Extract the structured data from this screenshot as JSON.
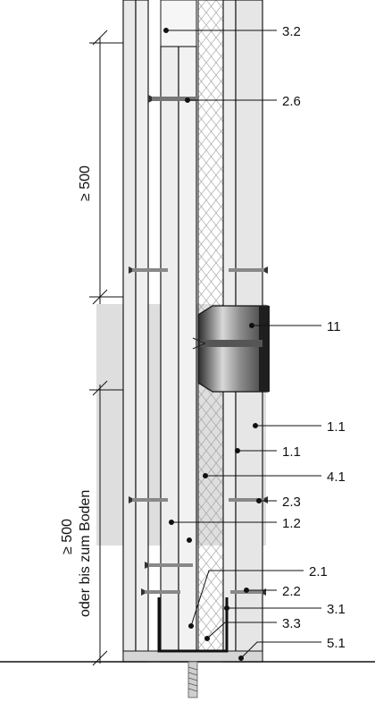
{
  "callouts": {
    "c_3_2": "3.2",
    "c_2_6": "2.6",
    "c_11": "11",
    "c_1_1a": "1.1",
    "c_1_1b": "1.1",
    "c_4_1": "4.1",
    "c_2_3": "2.3",
    "c_1_2": "1.2",
    "c_2_1": "2.1",
    "c_2_2": "2.2",
    "c_3_1": "3.1",
    "c_3_3": "3.3",
    "c_5_1": "5.1"
  },
  "dimensions": {
    "upper": "≥ 500",
    "lower_line1": "≥ 500",
    "lower_line2": "oder bis zum Boden"
  },
  "colors": {
    "board": "#e7e7e7",
    "board_light": "#f1f1f1",
    "highlight_band": "#d9d9d9",
    "line": "#1a1a1a"
  }
}
